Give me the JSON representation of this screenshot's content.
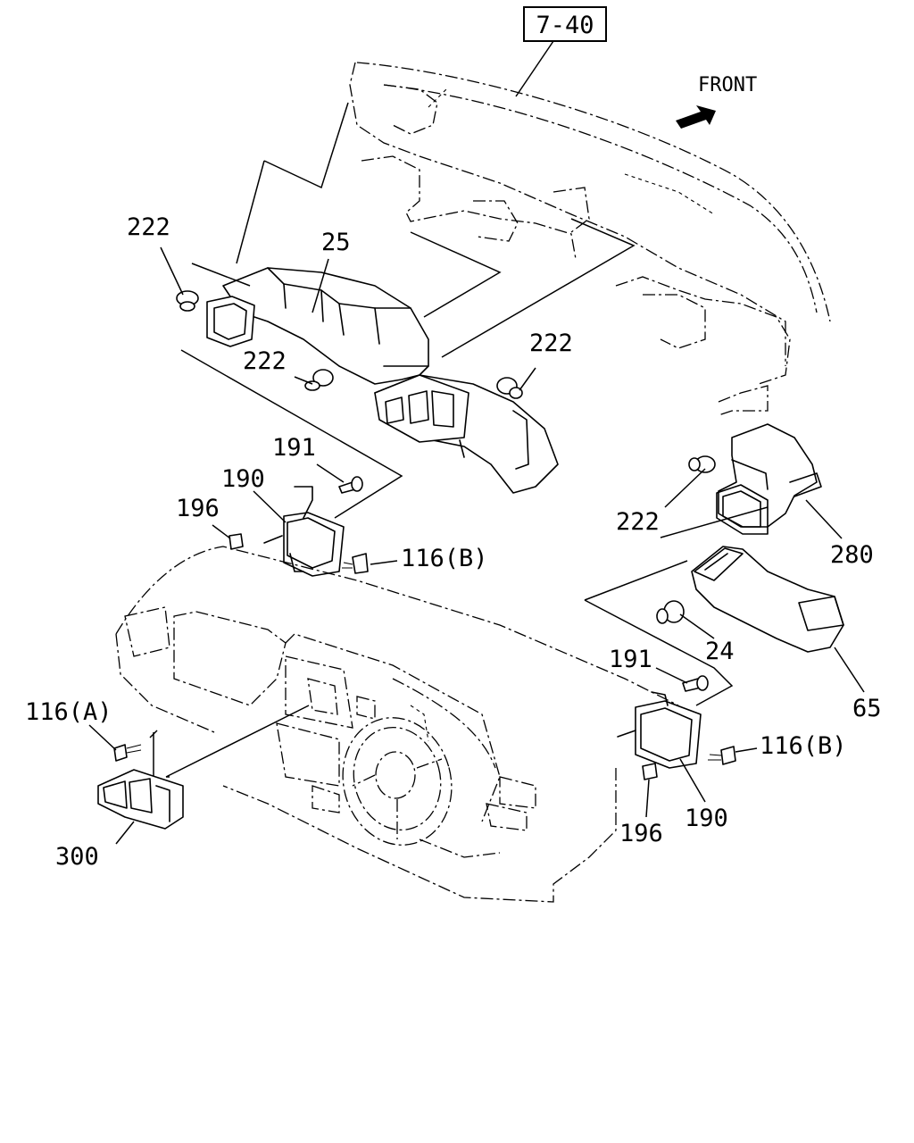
{
  "ref_box": "7-40",
  "direction": {
    "label": "FRONT"
  },
  "callouts": {
    "c25": "25",
    "c222a": "222",
    "c222b": "222",
    "c222c": "222",
    "c222d": "222",
    "c191a": "191",
    "c190a": "190",
    "c196a": "196",
    "c116b_a": "116(B)",
    "c280": "280",
    "c24": "24",
    "c65": "65",
    "c191b": "191",
    "c116b_b": "116(B)",
    "c190b": "190",
    "c196b": "196",
    "c116a": "116(A)",
    "c300": "300"
  }
}
